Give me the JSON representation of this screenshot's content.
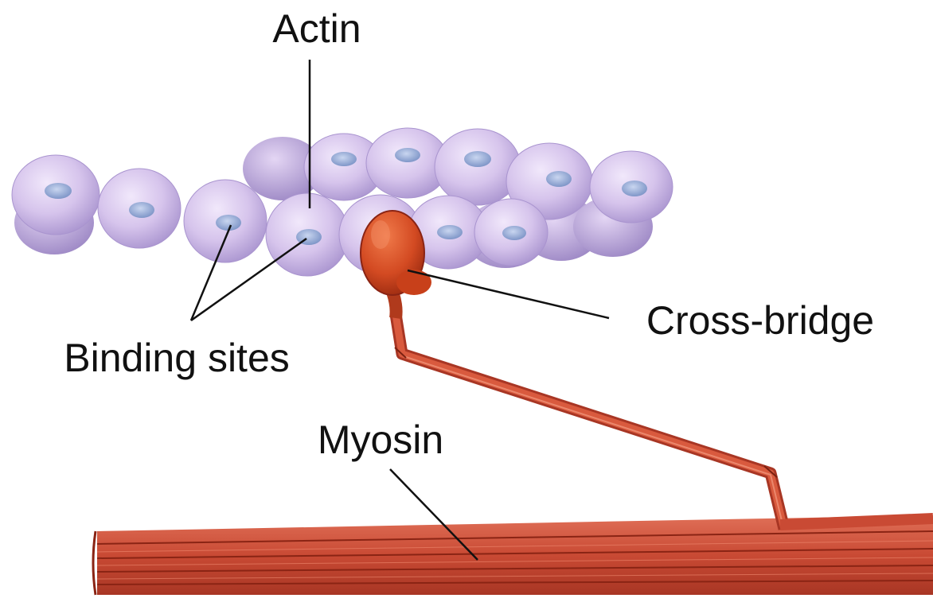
{
  "labels": {
    "actin": "Actin",
    "binding_sites": "Binding sites",
    "cross_bridge": "Cross-bridge",
    "myosin": "Myosin"
  },
  "colors": {
    "actin_fill": "#cdb8e6",
    "actin_edge": "#9e8cc6",
    "binding_site": "#8fa8d6",
    "myosin": "#c9432c",
    "myosin_dark": "#8a2414",
    "cross_bridge_head": "#c8401a",
    "leader_line": "#111111"
  }
}
